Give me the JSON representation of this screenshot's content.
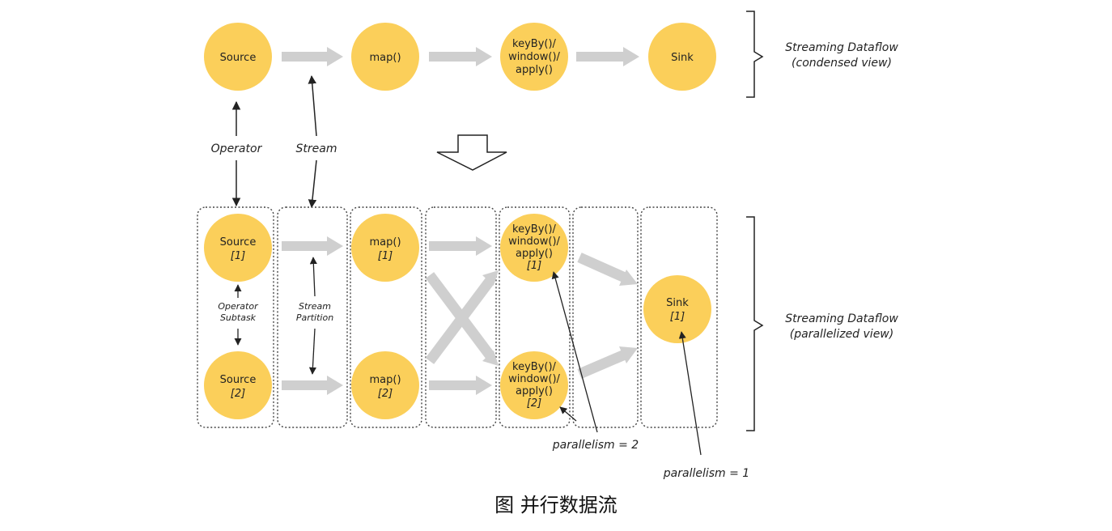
{
  "condensed": {
    "source": "Source",
    "map": "map()",
    "keyby": [
      "keyBy()/",
      "window()/",
      "apply()"
    ],
    "sink": "Sink",
    "side_label": [
      "Streaming Dataflow",
      "(condensed view)"
    ]
  },
  "annotations": {
    "operator": "Operator",
    "stream": "Stream",
    "operator_subtask": [
      "Operator",
      "Subtask"
    ],
    "stream_partition": [
      "Stream",
      "Partition"
    ],
    "parallelism_2": "parallelism = 2",
    "parallelism_1": "parallelism = 1"
  },
  "parallel": {
    "source1": [
      "Source",
      "[1]"
    ],
    "source2": [
      "Source",
      "[2]"
    ],
    "map1": [
      "map()",
      "[1]"
    ],
    "map2": [
      "map()",
      "[2]"
    ],
    "keyby1": [
      "keyBy()/",
      "window()/",
      "apply()",
      "[1]"
    ],
    "keyby2": [
      "keyBy()/",
      "window()/",
      "apply()",
      "[2]"
    ],
    "sink1": [
      "Sink",
      "[1]"
    ],
    "side_label": [
      "Streaming Dataflow",
      "(parallelized view)"
    ]
  },
  "caption": "图  并行数据流",
  "colors": {
    "node_fill": "#FBCF5A",
    "stream_arrow": "#CFCFCF",
    "line": "#222222",
    "box_border": "#444444"
  }
}
